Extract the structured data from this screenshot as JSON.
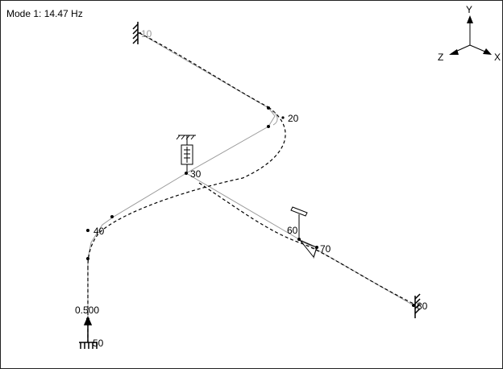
{
  "title": "Mode 1: 14.47 Hz",
  "colors": {
    "undeformed": "#9a9a9a",
    "deformed": "#000000",
    "node": "#000000"
  },
  "nodes": [
    {
      "id": "10",
      "label": "10"
    },
    {
      "id": "20",
      "label": "20"
    },
    {
      "id": "30",
      "label": "30"
    },
    {
      "id": "40",
      "label": "40"
    },
    {
      "id": "50",
      "label": "50"
    },
    {
      "id": "60",
      "label": "60"
    },
    {
      "id": "70",
      "label": "70"
    },
    {
      "id": "80",
      "label": "80"
    }
  ],
  "point_label": "0.500",
  "triad": {
    "y": "Y",
    "z": "Z",
    "x": "X"
  }
}
